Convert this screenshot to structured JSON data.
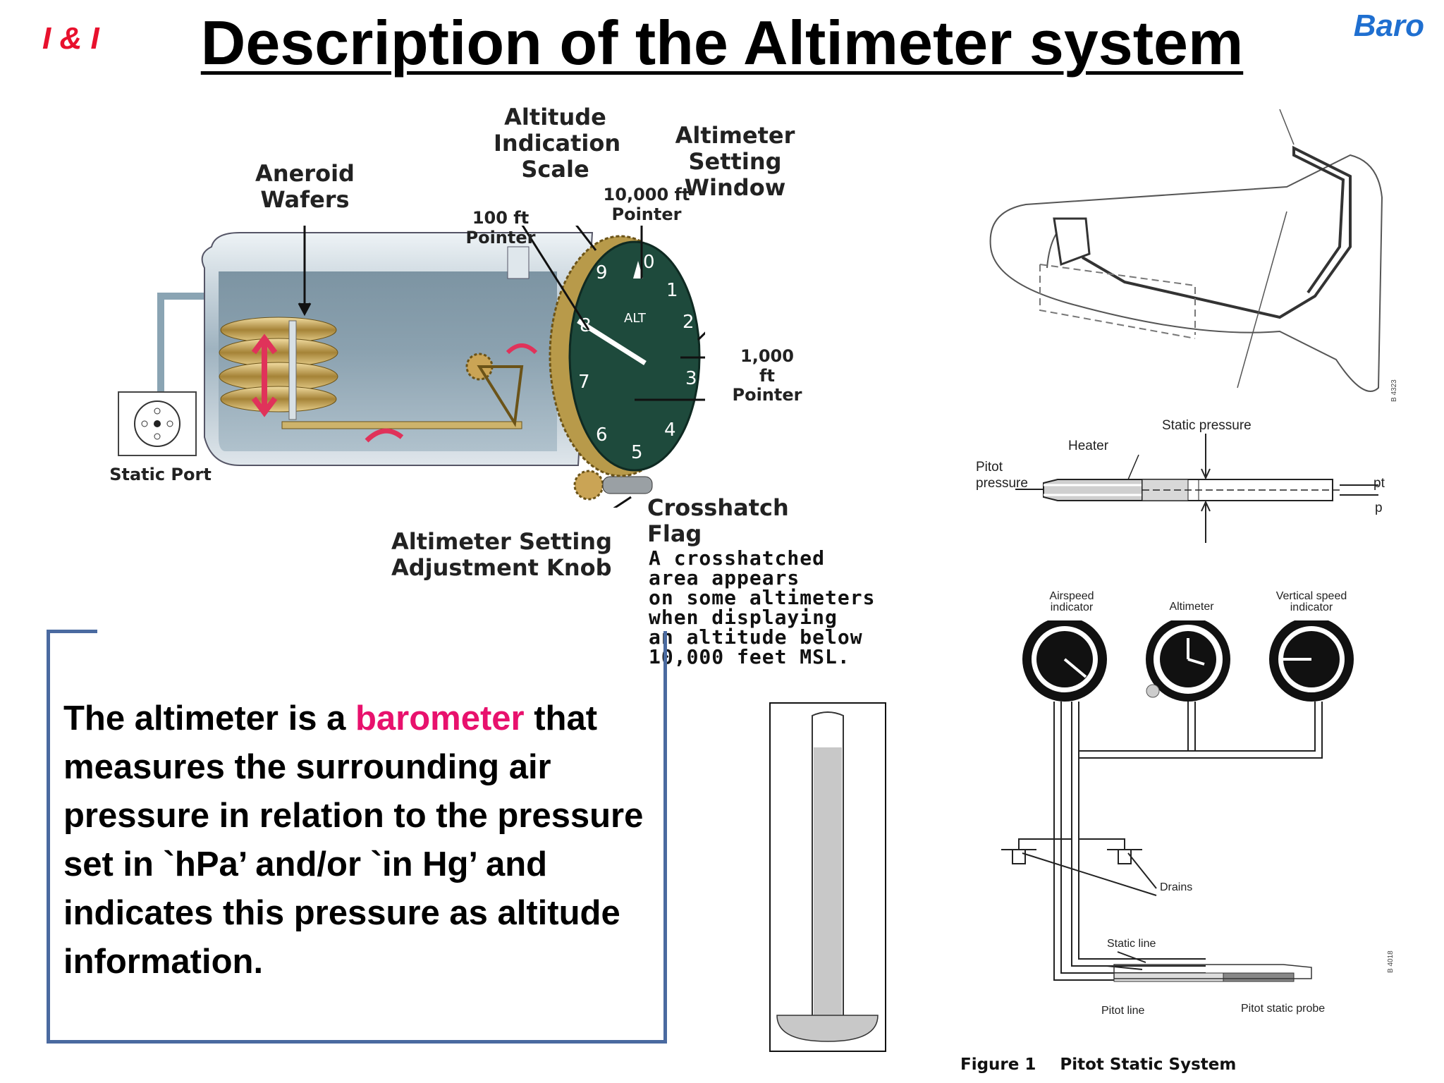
{
  "header": {
    "left_tag": "I & I",
    "title": "Description of the Altimeter system",
    "right_tag": "Baro"
  },
  "altimeter_diagram": {
    "labels": {
      "aneroid": "Aneroid\nWafers",
      "altitude_scale": "Altitude\nIndication\nScale",
      "setting_window": "Altimeter\nSetting Window",
      "pointer_100": "100 ft Pointer",
      "pointer_10000": "10,000 ft\nPointer",
      "pointer_1000": "1,000 ft\nPointer",
      "static_port": "Static Port",
      "crosshatch_flag": "Crosshatch\nFlag",
      "crosshatch_note": "A crosshatched\narea appears\non some altimeters\nwhen displaying\nan altitude below\n10,000 feet MSL.",
      "setting_knob": "Altimeter Setting\nAdjustment Knob",
      "dial_center": "ALT",
      "dial_digits": [
        "0",
        "1",
        "2",
        "3",
        "4",
        "5",
        "6",
        "7",
        "8",
        "9"
      ]
    }
  },
  "pitot_probe": {
    "static_pressure": "Static pressure",
    "heater": "Heater",
    "pitot_pressure": "Pitot\npressure",
    "pt": "pt",
    "p": "p",
    "code": "B 4323"
  },
  "pitot_static_system": {
    "airspeed_indicator": "Airspeed\nindicator",
    "altimeter": "Altimeter",
    "vertical_speed_indicator": "Vertical speed\nindicator",
    "drains": "Drains",
    "static_line": "Static line",
    "pitot_line": "Pitot line",
    "pitot_static_probe": "Pitot static probe",
    "code": "B 4018",
    "figure_number": "Figure 1",
    "figure_caption": "Pitot Static System"
  },
  "description": {
    "before": "The altimeter is a ",
    "highlight": "barometer",
    "after": " that measures the surrounding air pressure in relation to the pressure set in `hPa’ and/or `in Hg’ and indicates this pressure as altitude information."
  },
  "colors": {
    "title": "#000000",
    "left_tag": "#e8112d",
    "right_tag": "#1f6fd0",
    "highlight": "#e8116d",
    "box_border": "#4a6aa0",
    "dial": "#1e4a3c"
  }
}
